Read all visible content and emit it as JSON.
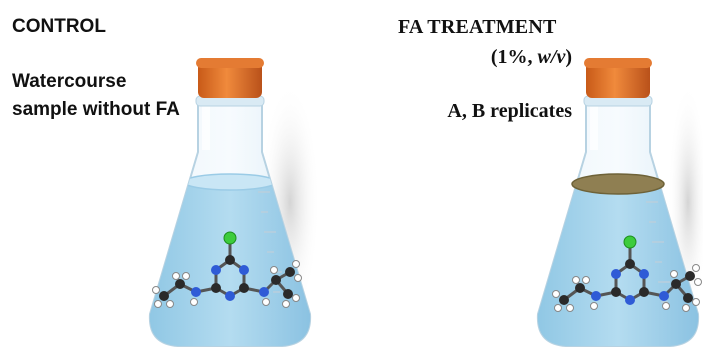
{
  "control": {
    "title": "CONTROL",
    "description": "Watercourse sample without FA"
  },
  "treatment": {
    "title": "FA TREATMENT",
    "concentration_prefix": "(1%, ",
    "concentration_unit": "w/v",
    "concentration_suffix": ")",
    "replicates": "A, B replicates"
  },
  "icons": {
    "flask_control": "erlenmeyer-flask-icon",
    "flask_treatment": "erlenmeyer-flask-icon",
    "molecule": "atrazine-molecule-icon",
    "fa_layer": "fa-surface-layer"
  },
  "colors": {
    "cap": "#e0732a",
    "water": "#a9d3ea",
    "fa_layer": "#8f7f52",
    "chlorine_atom": "#3ccc3c",
    "nitrogen_atom": "#2f5bd6",
    "carbon_atom": "#2a2a2a",
    "hydrogen_atom": "#ffffff"
  }
}
